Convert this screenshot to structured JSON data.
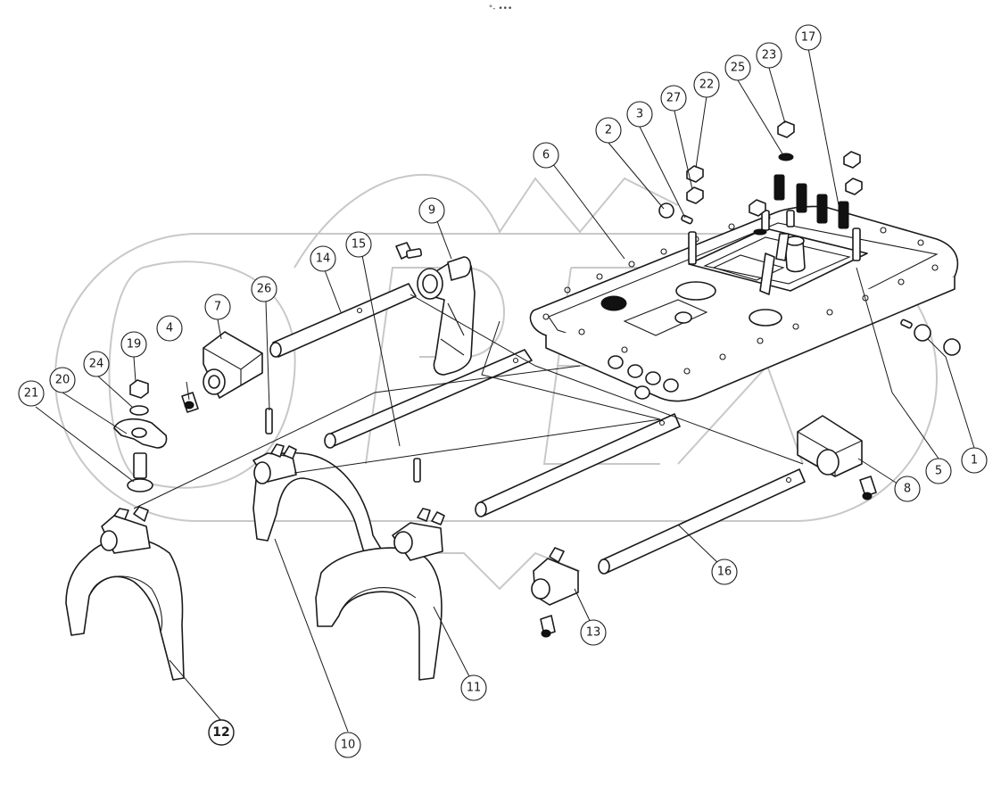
{
  "header": {
    "mark": "°- •••"
  },
  "watermark": {
    "text": "OPEX",
    "color": "#c8c8c8"
  },
  "callouts": [
    {
      "id": "c1",
      "label": "1"
    },
    {
      "id": "c2",
      "label": "2"
    },
    {
      "id": "c3",
      "label": "3"
    },
    {
      "id": "c4",
      "label": "4"
    },
    {
      "id": "c5",
      "label": "5"
    },
    {
      "id": "c6",
      "label": "6"
    },
    {
      "id": "c7",
      "label": "7"
    },
    {
      "id": "c8",
      "label": "8"
    },
    {
      "id": "c9",
      "label": "9"
    },
    {
      "id": "c10",
      "label": "10"
    },
    {
      "id": "c11",
      "label": "11"
    },
    {
      "id": "c12",
      "label": "12"
    },
    {
      "id": "c13",
      "label": "13"
    },
    {
      "id": "c14",
      "label": "14"
    },
    {
      "id": "c15",
      "label": "15"
    },
    {
      "id": "c16",
      "label": "16"
    },
    {
      "id": "c17",
      "label": "17"
    },
    {
      "id": "c19",
      "label": "19"
    },
    {
      "id": "c20",
      "label": "20"
    },
    {
      "id": "c21",
      "label": "21"
    },
    {
      "id": "c22",
      "label": "22"
    },
    {
      "id": "c23",
      "label": "23"
    },
    {
      "id": "c24",
      "label": "24"
    },
    {
      "id": "c25",
      "label": "25"
    },
    {
      "id": "c26",
      "label": "26"
    },
    {
      "id": "c27",
      "label": "27"
    }
  ]
}
